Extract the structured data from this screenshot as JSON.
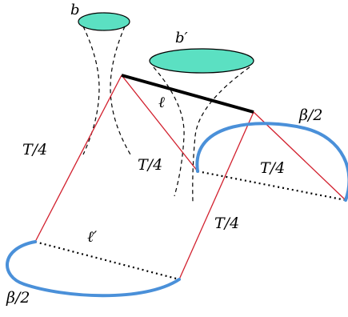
{
  "labels": {
    "b": "b",
    "b_prime": "b′",
    "ell": "ℓ",
    "ell_prime": "ℓ′",
    "beta_half_top": "β/2",
    "beta_half_bottom": "β/2",
    "t4_left": "T/4",
    "t4_mid": "T/4",
    "t4_lower": "T/4",
    "t4_right": "T/4"
  },
  "colors": {
    "throat_fill": "#5be0c2",
    "red_edge": "#d2202e",
    "blue_arc": "#4a90d9",
    "black": "#000000"
  }
}
